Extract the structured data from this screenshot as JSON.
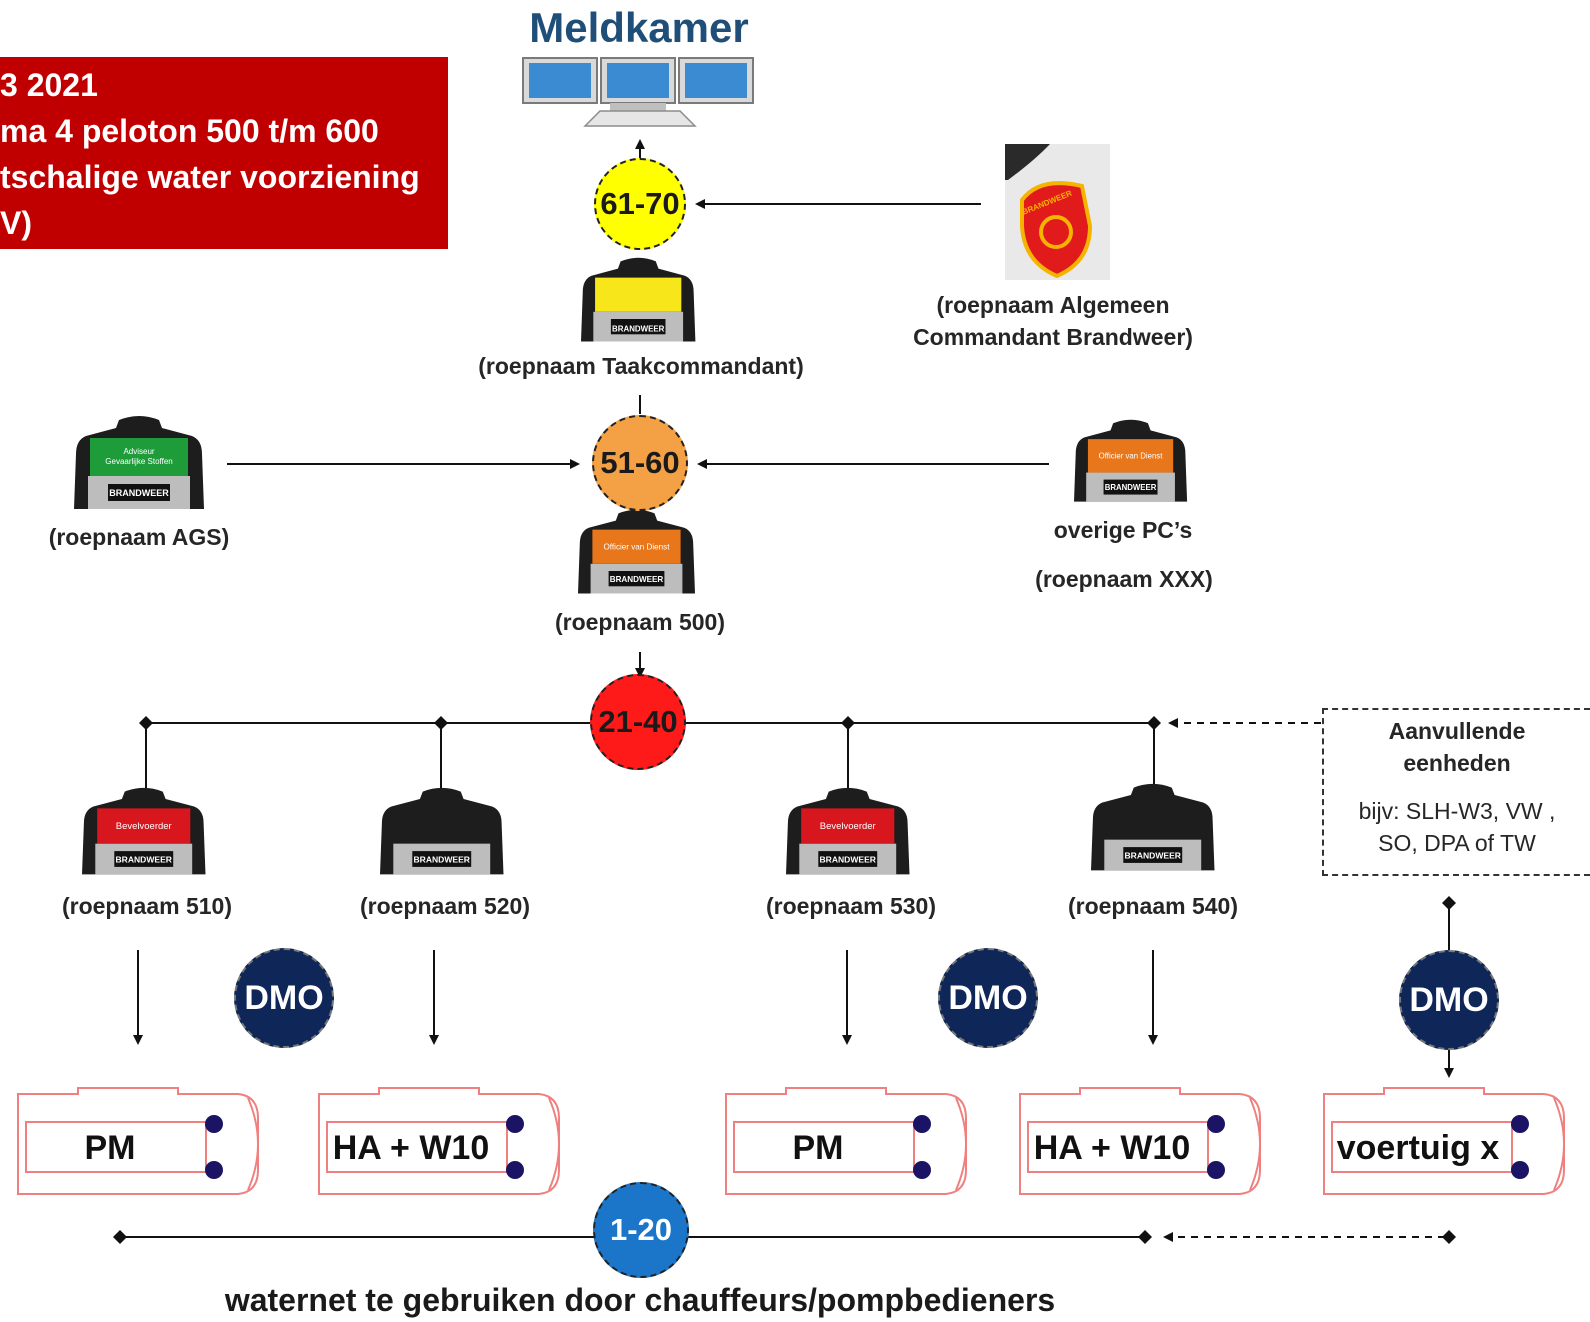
{
  "banner": {
    "line1": "3 2021",
    "line2": "ma 4 peloton 500 t/m 600",
    "line3": "tschalige water voorziening",
    "line4": "V)"
  },
  "meldkamer": "Meldkamer",
  "badges": {
    "b6170": "61-70",
    "b5160": "51-60",
    "b2140": "21-40",
    "b120": "1-20"
  },
  "colors": {
    "yellow": "#ffff00",
    "orange": "#f4a044",
    "red": "#ff1a1a",
    "blue": "#1b75c8",
    "navy": "#0f2658",
    "banner_red": "#c00000",
    "vehicle_outline": "#f08080"
  },
  "labels": {
    "algemeen_l1": "(roepnaam Algemeen",
    "algemeen_l2": "Commandant Brandweer)",
    "taakcommandant": "(roepnaam Taakcommandant)",
    "ags": "(roepnaam AGS)",
    "overige": "overige PC’s",
    "xxx": "(roepnaam XXX)",
    "r500": "(roepnaam 500)",
    "r510": "(roepnaam 510)",
    "r520": "(roepnaam 520)",
    "r530": "(roepnaam 530)",
    "r540": "(roepnaam 540)"
  },
  "vest_texts": {
    "brandweer": "BRANDWEER",
    "ags_top1": "Adviseur",
    "ags_top2": "Gevaarlijke Stoffen",
    "ovd": "Officier van Dienst",
    "bevelvoerder": "Bevelvoerder"
  },
  "emblem_text": "BRANDWEER",
  "aanvullend": {
    "title1": "Aanvullende",
    "title2": "eenheden",
    "sub1": "bijv: SLH-W3, VW ,",
    "sub2": "SO, DPA of TW"
  },
  "dmo": "DMO",
  "vehicles": [
    "PM",
    "HA + W10",
    "PM",
    "HA + W10",
    "voertuig x"
  ],
  "footer": "waternet te gebruiken door chauffeurs/pompbedieners"
}
